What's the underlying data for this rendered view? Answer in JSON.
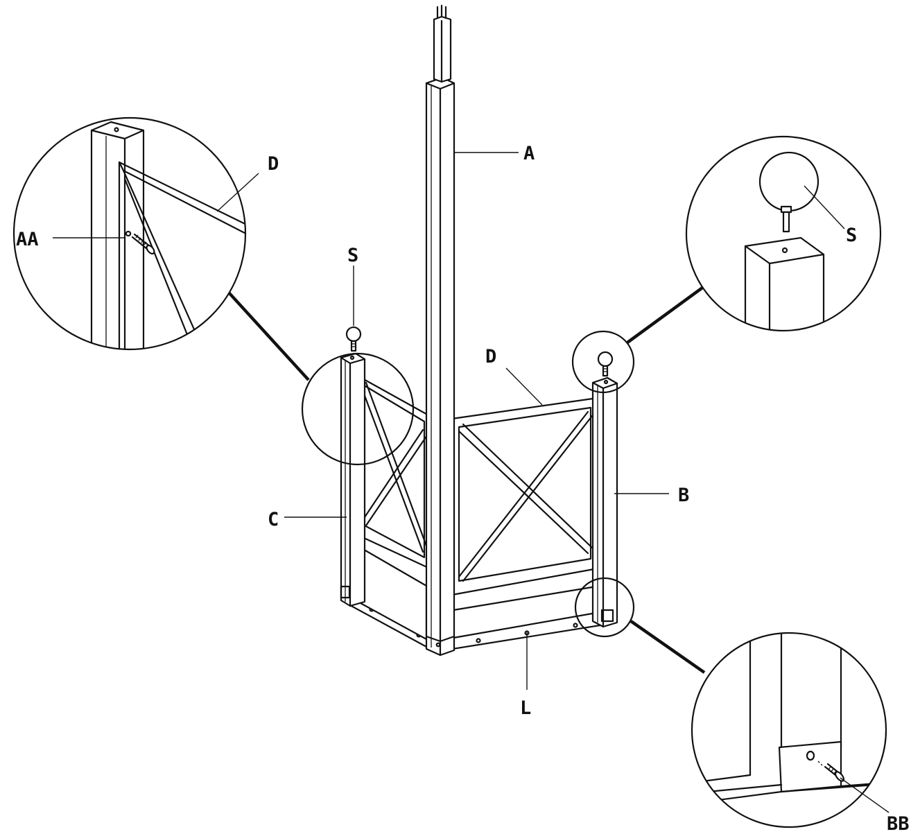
{
  "diagram": {
    "labels": {
      "A": "A",
      "B": "B",
      "C": "C",
      "D_main": "D",
      "L": "L",
      "S_main": "S",
      "AA": "AA",
      "D_detail": "D",
      "S_detail": "S",
      "BB": "BB"
    }
  }
}
